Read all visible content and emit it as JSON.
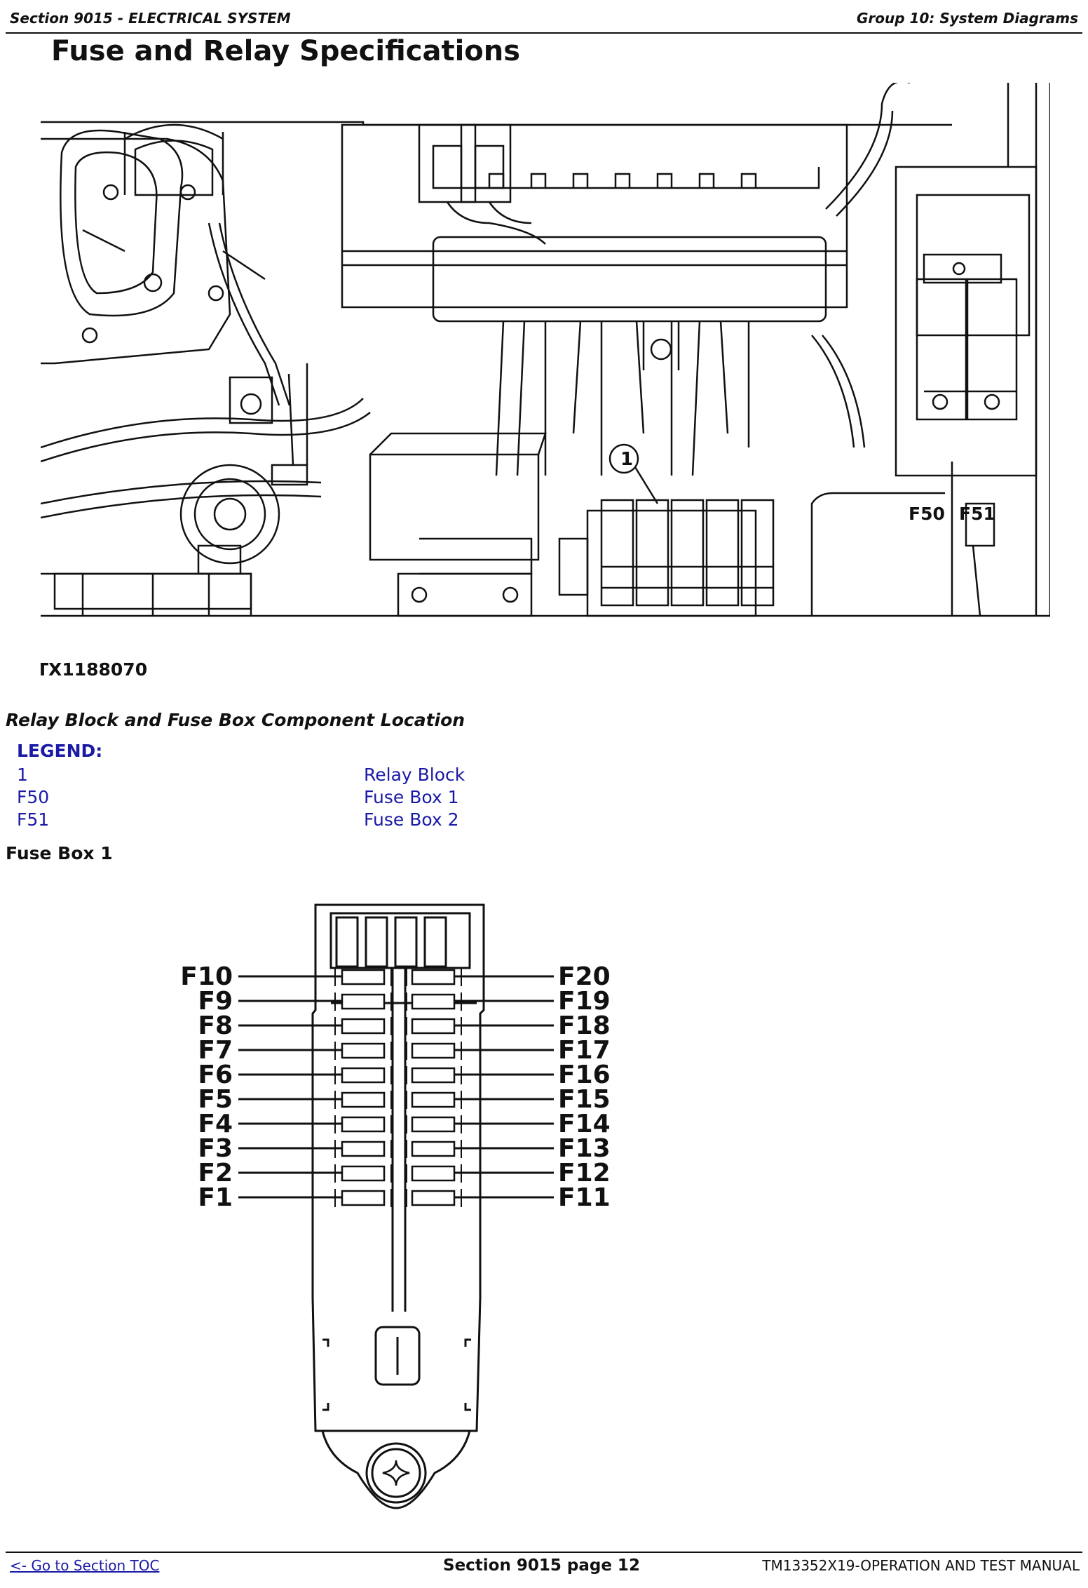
{
  "header": {
    "section": "Section 9015 - ELECTRICAL SYSTEM",
    "group": "Group 10: System Diagrams"
  },
  "page_title": "Fuse and Relay Specifications",
  "figure1": {
    "image_id": "TX1188070",
    "callout": "1",
    "fuse_box_1_label": "F50",
    "fuse_box_2_label": "F51"
  },
  "caption": "Relay Block and Fuse Box Component Location",
  "legend": {
    "title": "LEGEND:",
    "items": [
      {
        "key": "1",
        "value": "Relay Block"
      },
      {
        "key": "F50",
        "value": "Fuse Box 1"
      },
      {
        "key": "F51",
        "value": "Fuse Box 2"
      }
    ]
  },
  "fuse_box_heading": "Fuse Box 1",
  "fuse_box": {
    "left_labels": [
      "F10",
      "F9",
      "F8",
      "F7",
      "F6",
      "F5",
      "F4",
      "F3",
      "F2",
      "F1"
    ],
    "right_labels": [
      "F20",
      "F19",
      "F18",
      "F17",
      "F16",
      "F15",
      "F14",
      "F13",
      "F12",
      "F11"
    ]
  },
  "footer": {
    "toc_link": "<- Go to Section TOC",
    "page": "Section 9015 page 12",
    "manual": "TM13352X19-OPERATION AND TEST MANUAL"
  }
}
